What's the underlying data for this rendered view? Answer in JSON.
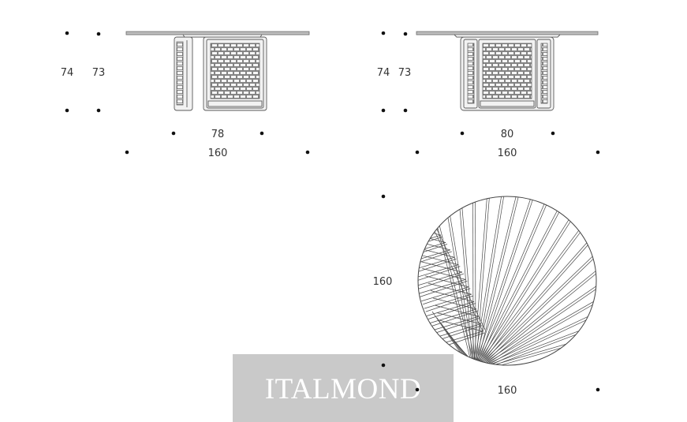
{
  "front_view": {
    "height_overall": "74",
    "height_base": "73",
    "base_width": "78",
    "top_width": "160"
  },
  "side_view": {
    "height_overall": "74",
    "height_base": "73",
    "base_width": "80",
    "top_width": "160"
  },
  "top_view": {
    "depth": "160",
    "width": "160"
  },
  "watermark": {
    "text": "ITALMOND"
  },
  "colors": {
    "line": "#5a5a5a",
    "dot": "#111111",
    "watermark_bg": "#c4c4c4"
  }
}
